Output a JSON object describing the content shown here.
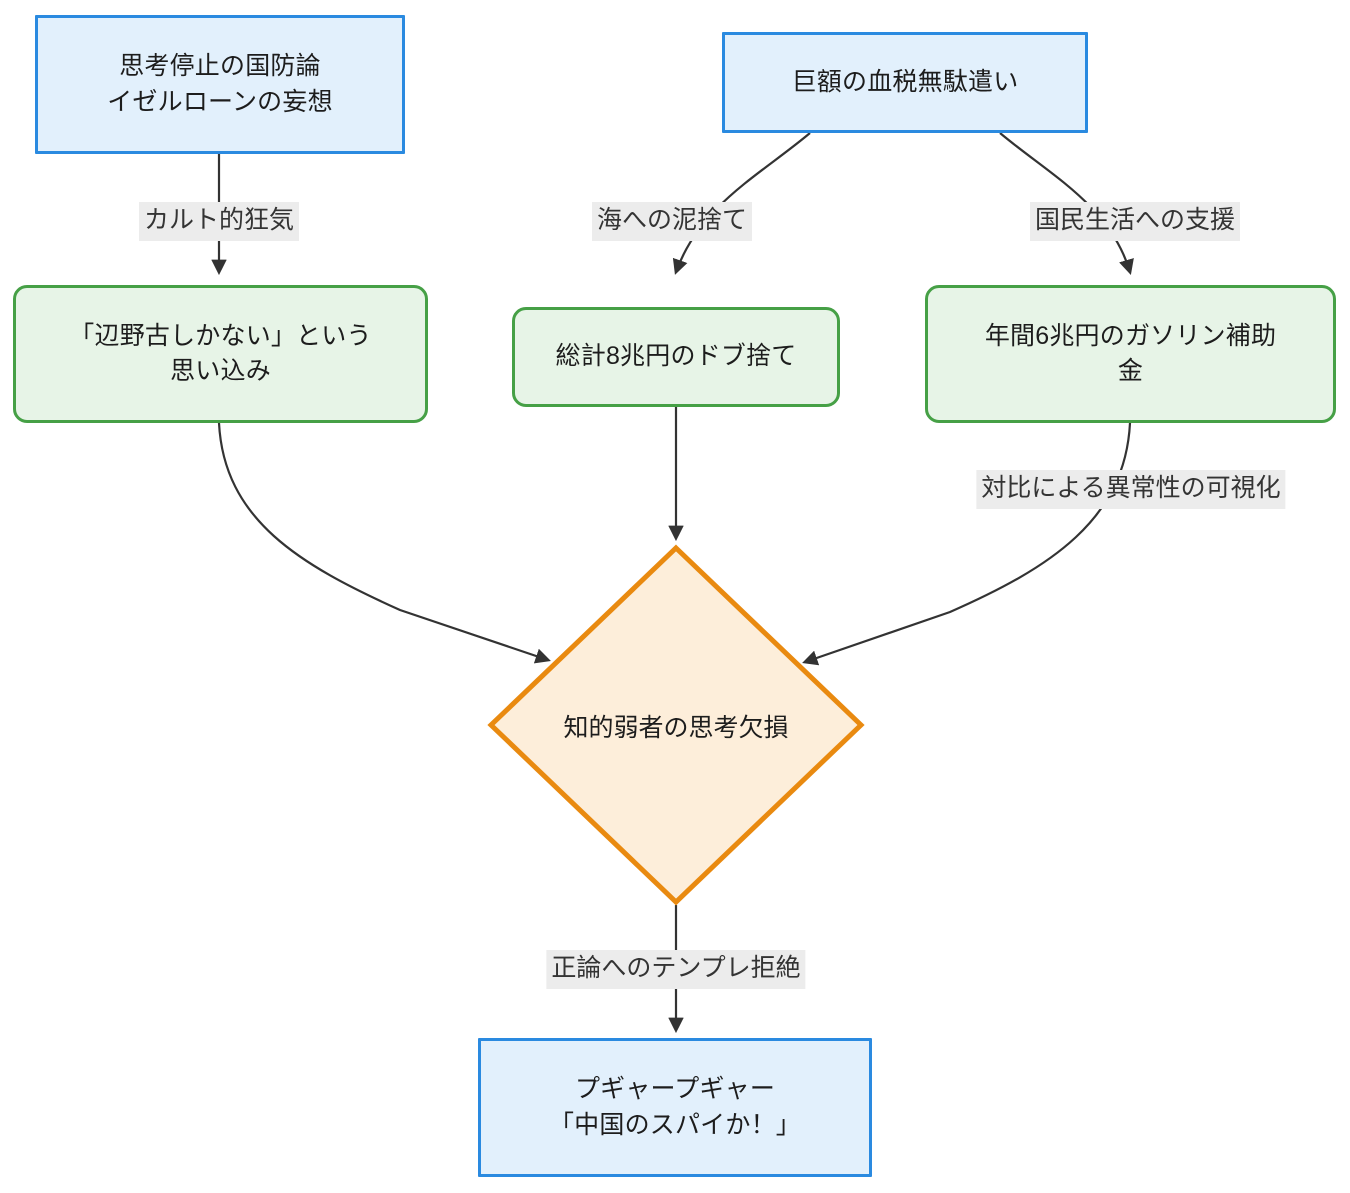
{
  "diagram": {
    "type": "flowchart",
    "direction": "top-down",
    "background_color": "#ffffff",
    "node_styles": {
      "rect_fill": "#e2f0fc",
      "rect_stroke": "#2a8ae0",
      "round_fill": "#e7f4e7",
      "round_stroke": "#46a046",
      "diamond_fill": "#fdeeda",
      "diamond_stroke": "#e98a10",
      "edge_stroke": "#333333",
      "edge_label_bg": "#ececec",
      "text_color": "#1d1d1d"
    },
    "nodes": [
      {
        "id": "n1",
        "shape": "rect",
        "label": "思考停止の国防論\nイゼルローンの妄想"
      },
      {
        "id": "n2",
        "shape": "rect",
        "label": "巨額の血税無駄遣い"
      },
      {
        "id": "n3",
        "shape": "round",
        "label": "「辺野古しかない」という\n思い込み"
      },
      {
        "id": "n4",
        "shape": "round",
        "label": "総計8兆円のドブ捨て"
      },
      {
        "id": "n5",
        "shape": "round",
        "label": "年間6兆円のガソリン補助\n金"
      },
      {
        "id": "n6",
        "shape": "diamond",
        "label": "知的弱者の思考欠損"
      },
      {
        "id": "n7",
        "shape": "rect",
        "label": "プギャープギャー\n「中国のスパイか！」"
      }
    ],
    "edges": [
      {
        "id": "e1",
        "from": "n1",
        "to": "n3",
        "label": "カルト的狂気"
      },
      {
        "id": "e2",
        "from": "n2",
        "to": "n4",
        "label": "海への泥捨て"
      },
      {
        "id": "e3",
        "from": "n2",
        "to": "n5",
        "label": "国民生活への支援"
      },
      {
        "id": "e4",
        "from": "n3",
        "to": "n6",
        "label": ""
      },
      {
        "id": "e5",
        "from": "n4",
        "to": "n6",
        "label": ""
      },
      {
        "id": "e6",
        "from": "n5",
        "to": "n6",
        "label": "対比による異常性の可視化"
      },
      {
        "id": "e7",
        "from": "n6",
        "to": "n7",
        "label": "正論へのテンプレ拒絶"
      }
    ]
  }
}
